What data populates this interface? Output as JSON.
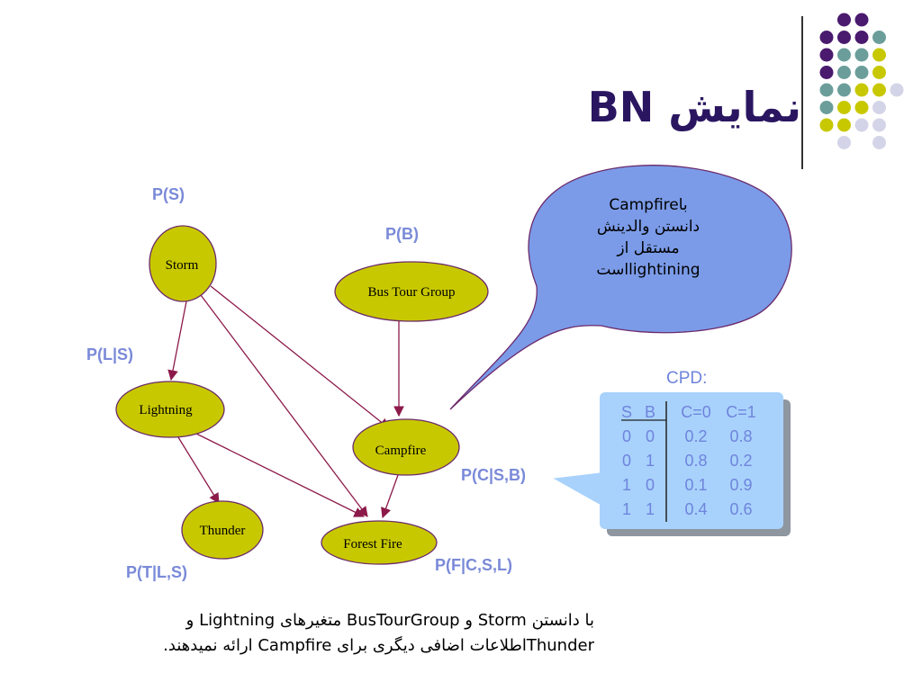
{
  "title": "نمایش BN",
  "nodes": {
    "storm": "Storm",
    "bus_tour_group": "Bus Tour Group",
    "lightning": "Lightning",
    "campfire": "Campfire",
    "thunder": "Thunder",
    "forest_fire": "Forest Fire"
  },
  "probabilities": {
    "p_s": "P(S)",
    "p_b": "P(B)",
    "p_l_s": "P(L|S)",
    "p_c_sb": "P(C|S,B)",
    "p_t_ls": "P(T|L,S)",
    "p_f_csl": "P(F|C,S,L)"
  },
  "callout": {
    "lines": [
      "باCampfire",
      "دانستن والدینش",
      "مستقل از",
      "lightiningاست"
    ]
  },
  "cpd": {
    "title": "CPD:",
    "headers": [
      "S",
      "B",
      "C=0",
      "C=1"
    ],
    "rows": [
      [
        "0",
        "0",
        "0.2",
        "0.8"
      ],
      [
        "0",
        "1",
        "0.8",
        "0.2"
      ],
      [
        "1",
        "0",
        "0.1",
        "0.9"
      ],
      [
        "1",
        "1",
        "0.4",
        "0.6"
      ]
    ]
  },
  "caption": {
    "line1": "با دانستن Storm و BusTourGroup متغیرهای Lightning و",
    "line2": "Thunderاطلاعات اضافی دیگری برای Campfire ارائه نمیدهند."
  },
  "colors": {
    "node_fill": "#c8c800",
    "node_stroke": "#6b2a6b",
    "edge": "#8c1a4a",
    "bubble_fill": "#7b9be8",
    "bubble_stroke": "#6b2a6b",
    "prob_text": "#7a8ad8",
    "title": "#2a1660",
    "dot_purple": "#4a1a6e",
    "dot_teal": "#6b9e9a",
    "dot_yellow": "#c8c800",
    "dot_lavender": "#d4d4e8"
  }
}
